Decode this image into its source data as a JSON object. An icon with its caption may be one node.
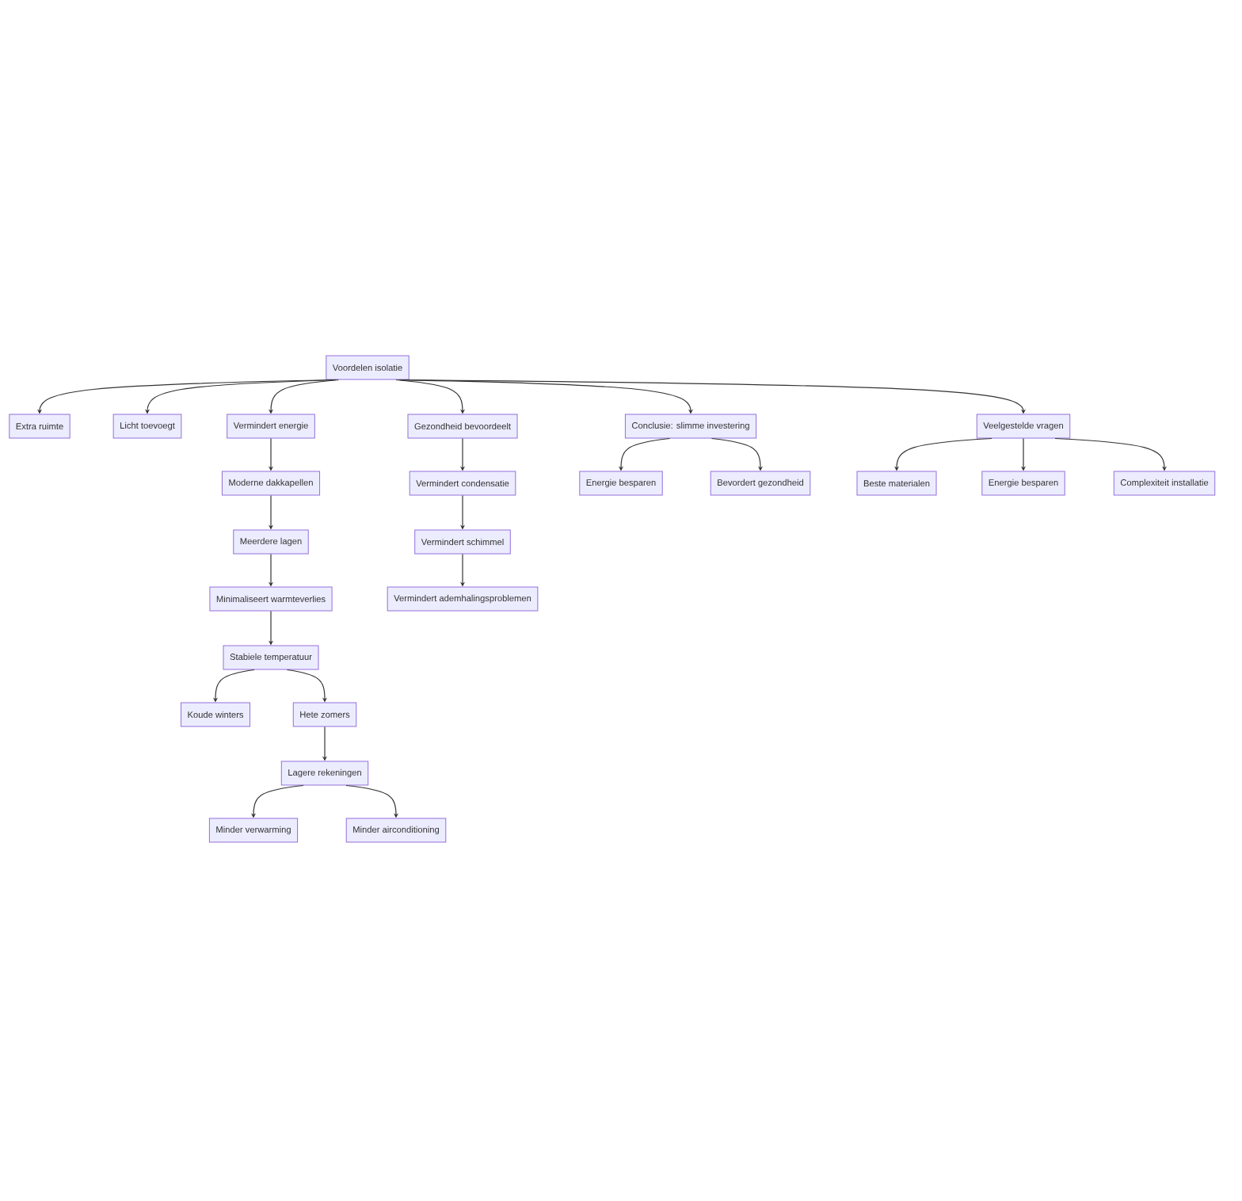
{
  "diagram": {
    "nodes": [
      {
        "text": [
          "Voordelen isolatie"
        ]
      },
      {
        "text": [
          "Extra ruimte"
        ]
      },
      {
        "text": [
          "Licht toevoegt"
        ]
      },
      {
        "text": [
          "Vermindert energie"
        ]
      },
      {
        "text": [
          "Moderne dakkapellen"
        ]
      },
      {
        "text": [
          "Meerdere lagen"
        ]
      },
      {
        "text": [
          "Minimaliseert warmteverlies"
        ]
      },
      {
        "text": [
          "Stabiele temperatuur"
        ]
      },
      {
        "text": [
          "Koude winters"
        ]
      },
      {
        "text": [
          "Hete zomers"
        ]
      },
      {
        "text": [
          "Lagere rekeningen"
        ]
      },
      {
        "text": [
          "Minder verwarming"
        ]
      },
      {
        "text": [
          "Minder airconditioning"
        ]
      },
      {
        "text": [
          "Gezondheid bevoordeelt"
        ]
      },
      {
        "text": [
          "Vermindert condensatie"
        ]
      },
      {
        "text": [
          "Vermindert schimmel"
        ]
      },
      {
        "text": [
          "Vermindert ademhalingsproblemen"
        ]
      },
      {
        "text": [
          "Conclusie: slimme investering"
        ]
      },
      {
        "text": [
          "Energie besparen"
        ]
      },
      {
        "text": [
          "Bevordert gezondheid"
        ]
      },
      {
        "text": [
          "Veelgestelde vragen"
        ]
      },
      {
        "text": [
          "Beste materialen"
        ]
      },
      {
        "text": [
          "Energie besparen"
        ]
      },
      {
        "text": [
          "Complexiteit installatie"
        ]
      }
    ],
    "edges": [
      {
        "from": 0,
        "to": 1,
        "arrow": "to"
      },
      {
        "from": 0,
        "to": 2,
        "arrow": "to"
      },
      {
        "from": 0,
        "to": 3,
        "arrow": "to"
      },
      {
        "from": 0,
        "to": 13,
        "arrow": "to"
      },
      {
        "from": 0,
        "to": 17,
        "arrow": "to"
      },
      {
        "from": 0,
        "to": 20,
        "arrow": "to"
      },
      {
        "from": 3,
        "to": 4,
        "arrow": "to"
      },
      {
        "from": 4,
        "to": 5,
        "arrow": "to"
      },
      {
        "from": 5,
        "to": 6,
        "arrow": "to"
      },
      {
        "from": 6,
        "to": 7,
        "arrow": "to"
      },
      {
        "from": 7,
        "to": 8,
        "arrow": "to"
      },
      {
        "from": 7,
        "to": 9,
        "arrow": "to"
      },
      {
        "from": 9,
        "to": 10,
        "arrow": "to"
      },
      {
        "from": 10,
        "to": 11,
        "arrow": "to"
      },
      {
        "from": 10,
        "to": 12,
        "arrow": "to"
      },
      {
        "from": 13,
        "to": 14,
        "arrow": "to"
      },
      {
        "from": 14,
        "to": 15,
        "arrow": "to"
      },
      {
        "from": 15,
        "to": 16,
        "arrow": "to"
      },
      {
        "from": 17,
        "to": 18,
        "arrow": "to"
      },
      {
        "from": 17,
        "to": 19,
        "arrow": "to"
      },
      {
        "from": 20,
        "to": 21,
        "arrow": "to"
      },
      {
        "from": 20,
        "to": 22,
        "arrow": "to"
      },
      {
        "from": 20,
        "to": 23,
        "arrow": "to"
      }
    ]
  }
}
